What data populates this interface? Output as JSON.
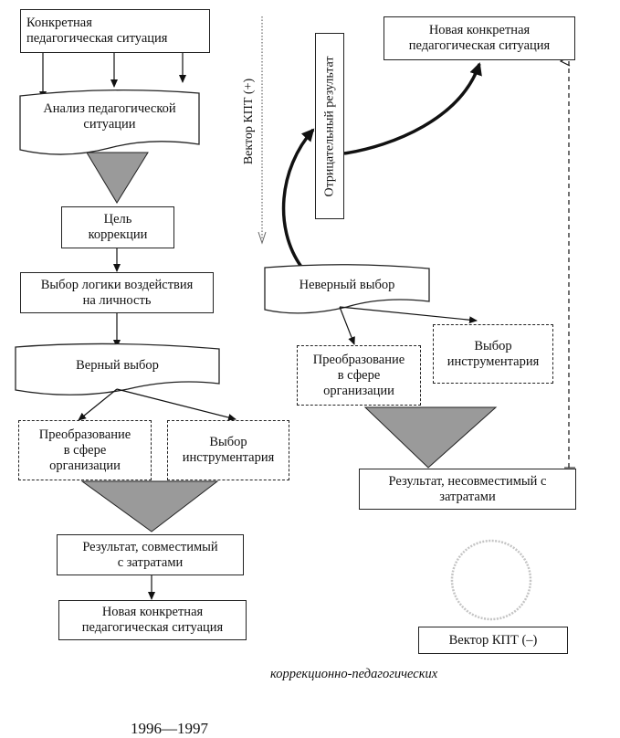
{
  "left": {
    "start_box": "Конкретная\nпедагогическая ситуация",
    "analysis": "Анализ педагогической\nситуации",
    "goal": "Цель\nкоррекции",
    "logic_choice": "Выбор логики воздействия\nна личность",
    "correct_choice": "Верный выбор",
    "transform": "Преобразование\nв сфере\nорганизации",
    "tools": "Выбор\nинструментария",
    "result": "Результат, совместимый\nс затратами",
    "new_situation": "Новая конкретная\nпедагогическая ситуация"
  },
  "right": {
    "new_situation": "Новая конкретная\nпедагогическая ситуация",
    "negative_result": "Отрицательный результат",
    "wrong_choice": "Неверный выбор",
    "transform": "Преобразование\nв сфере\nорганизации",
    "tools": "Выбор\nинструментария",
    "result": "Результат, несовместимый с\nзатратами",
    "vector_negative": "Вектор КПТ (–)"
  },
  "vector_positive": "Вектор КПТ (+)",
  "caption": "коррекционно-педагогических",
  "year": "1996—1997",
  "colors": {
    "funnel_fill": "#9a9a9a",
    "line": "#111111",
    "circle": "#bdbdbd"
  }
}
